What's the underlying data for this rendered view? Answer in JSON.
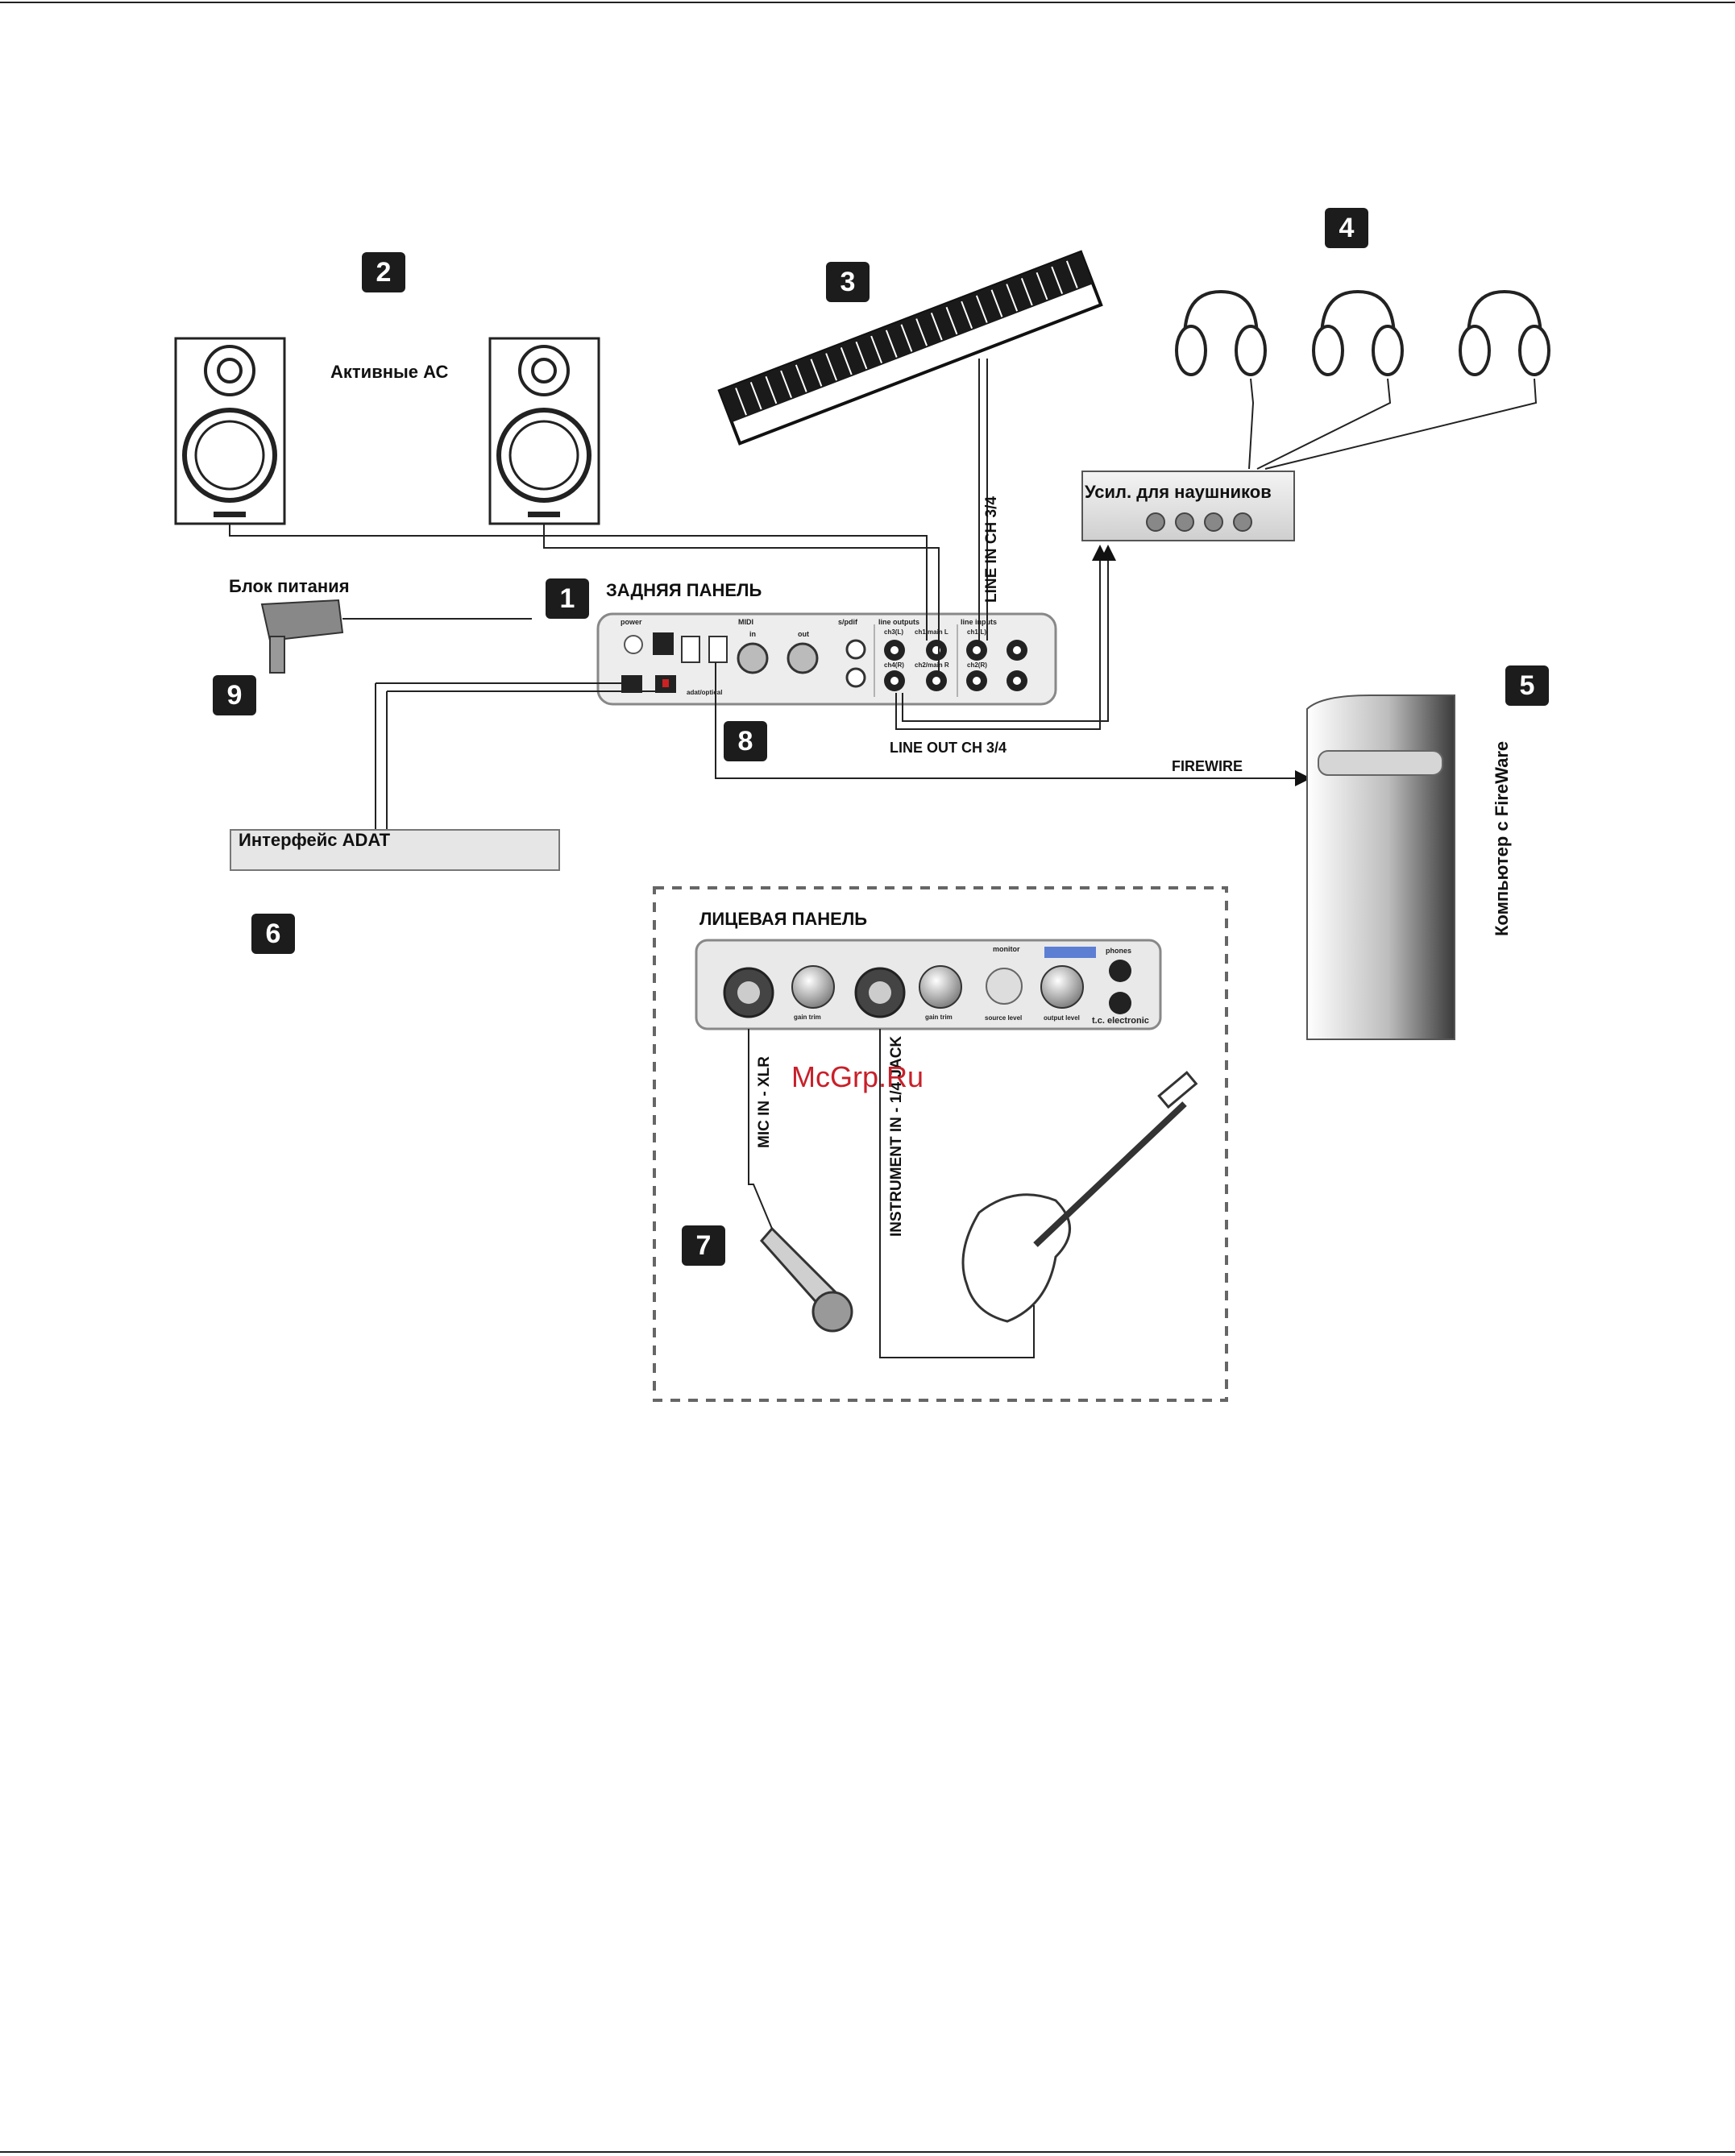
{
  "badges": {
    "b1": "1",
    "b2": "2",
    "b3": "3",
    "b4": "4",
    "b5": "5",
    "b6": "6",
    "b7": "7",
    "b8": "8",
    "b9": "9"
  },
  "labels": {
    "active_speakers": "Активные АС",
    "power_supply": "Блок питания",
    "rear_panel": "ЗАДНЯЯ ПАНЕЛЬ",
    "headphone_amp": "Усил. для наушников",
    "adat_interface": "Интерфейс ADAT",
    "front_panel": "ЛИЦЕВАЯ ПАНЕЛЬ",
    "line_in": "LINE IN CH 3/4",
    "line_out": "LINE OUT CH 3/4",
    "firewire": "FIREWIRE",
    "computer": "Компьютер с FireWare",
    "mic_in": "MIC IN - XLR",
    "instrument_in": "INSTRUMENT IN - 1/4 JACK"
  },
  "rear_panel_text": {
    "power": "power",
    "midi": "MIDI",
    "in": "in",
    "out": "out",
    "spdif": "s/pdif",
    "line_outputs": "line outputs",
    "line_inputs": "line inputs",
    "adat": "adat/optical",
    "main_l": "ch1/main L",
    "main_r": "ch2/main R",
    "ch3": "ch3(L)",
    "ch4": "ch4(R)",
    "ch1": "ch1(L)",
    "ch2": "ch2(R)"
  },
  "front_panel_text": {
    "brand": "t.c. electronic",
    "gain": "gain trim",
    "monitor": "monitor",
    "phones": "phones",
    "output": "output level",
    "source": "source level"
  },
  "watermark": "McGrp.Ru"
}
